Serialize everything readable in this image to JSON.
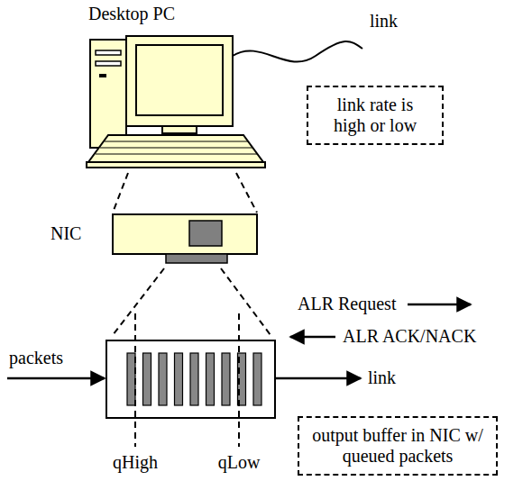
{
  "diagram": {
    "nodes": [
      {
        "text": [
          "link rate is high or low"
        ]
      },
      {
        "text": [
          "output buffer in NIC w/ queued packets"
        ]
      }
    ],
    "labels": [
      "Desktop PC",
      "link",
      "NIC",
      "ALR Request",
      "ALR ACK/NACK",
      "packets",
      "link",
      "qHigh",
      "qLow"
    ]
  }
}
